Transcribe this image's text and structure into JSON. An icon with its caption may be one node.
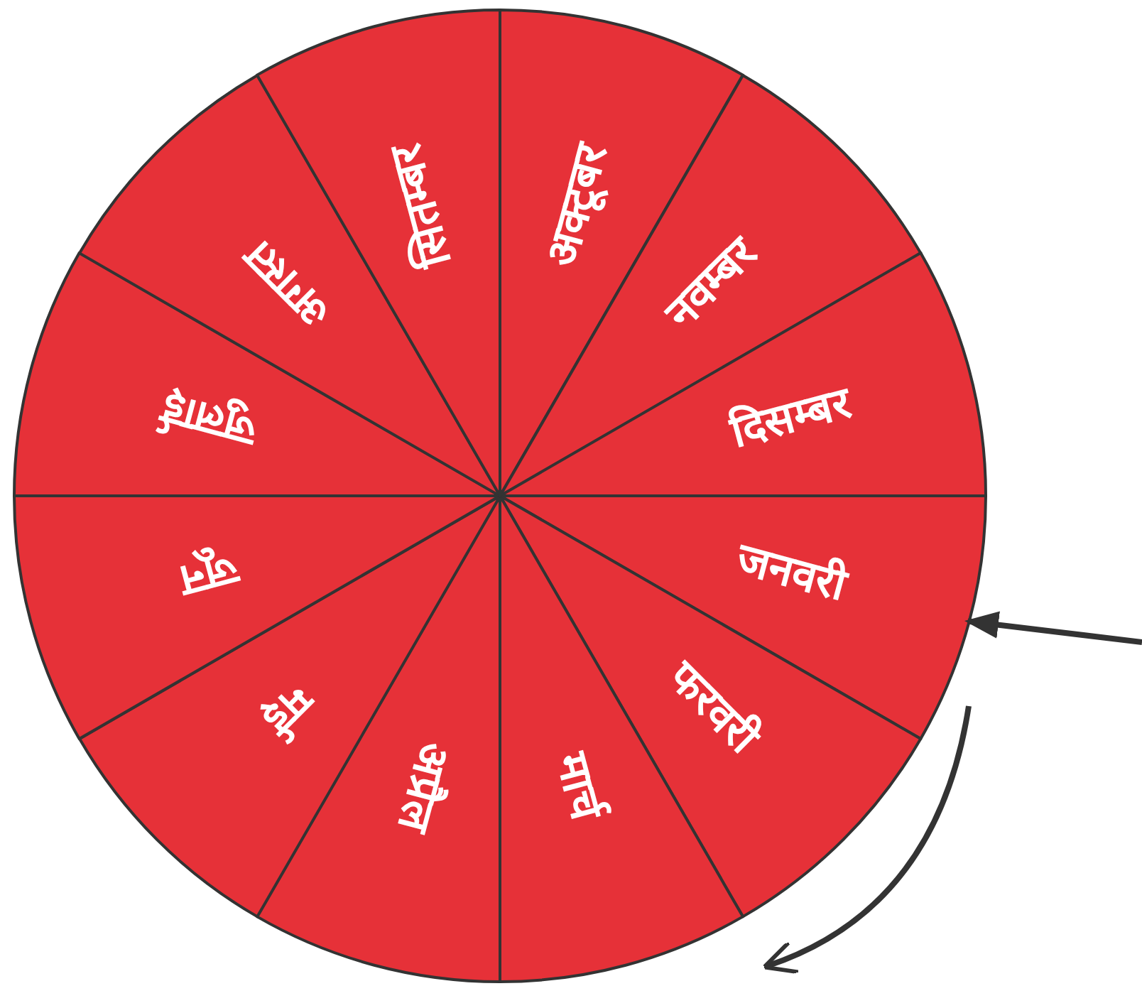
{
  "diagram": {
    "nodes": [
      {
        "text": [],
        "shape": "circle"
      },
      {
        "text": [
          "अक्टूबर"
        ],
        "in": 0
      },
      {
        "text": [
          "नवम्बर"
        ],
        "in": 0
      },
      {
        "text": [
          "दिसम्बर"
        ],
        "in": 0
      },
      {
        "text": [
          "जनवरी"
        ],
        "in": 0
      },
      {
        "text": [
          "फरवरी"
        ],
        "in": 0
      },
      {
        "text": [
          "मार्च"
        ],
        "in": 0
      },
      {
        "text": [
          "अप्रैल"
        ],
        "in": 0
      },
      {
        "text": [
          "मई"
        ],
        "in": 0
      },
      {
        "text": [
          "जून"
        ],
        "in": 0
      },
      {
        "text": [
          "जुलाई"
        ],
        "in": 0
      },
      {
        "text": [
          "अगस्त"
        ],
        "in": 0
      },
      {
        "text": [
          "सितम्बर"
        ],
        "in": 0
      }
    ],
    "edges": [
      {
        "from": null,
        "to": 4,
        "arrow": "to"
      }
    ]
  }
}
